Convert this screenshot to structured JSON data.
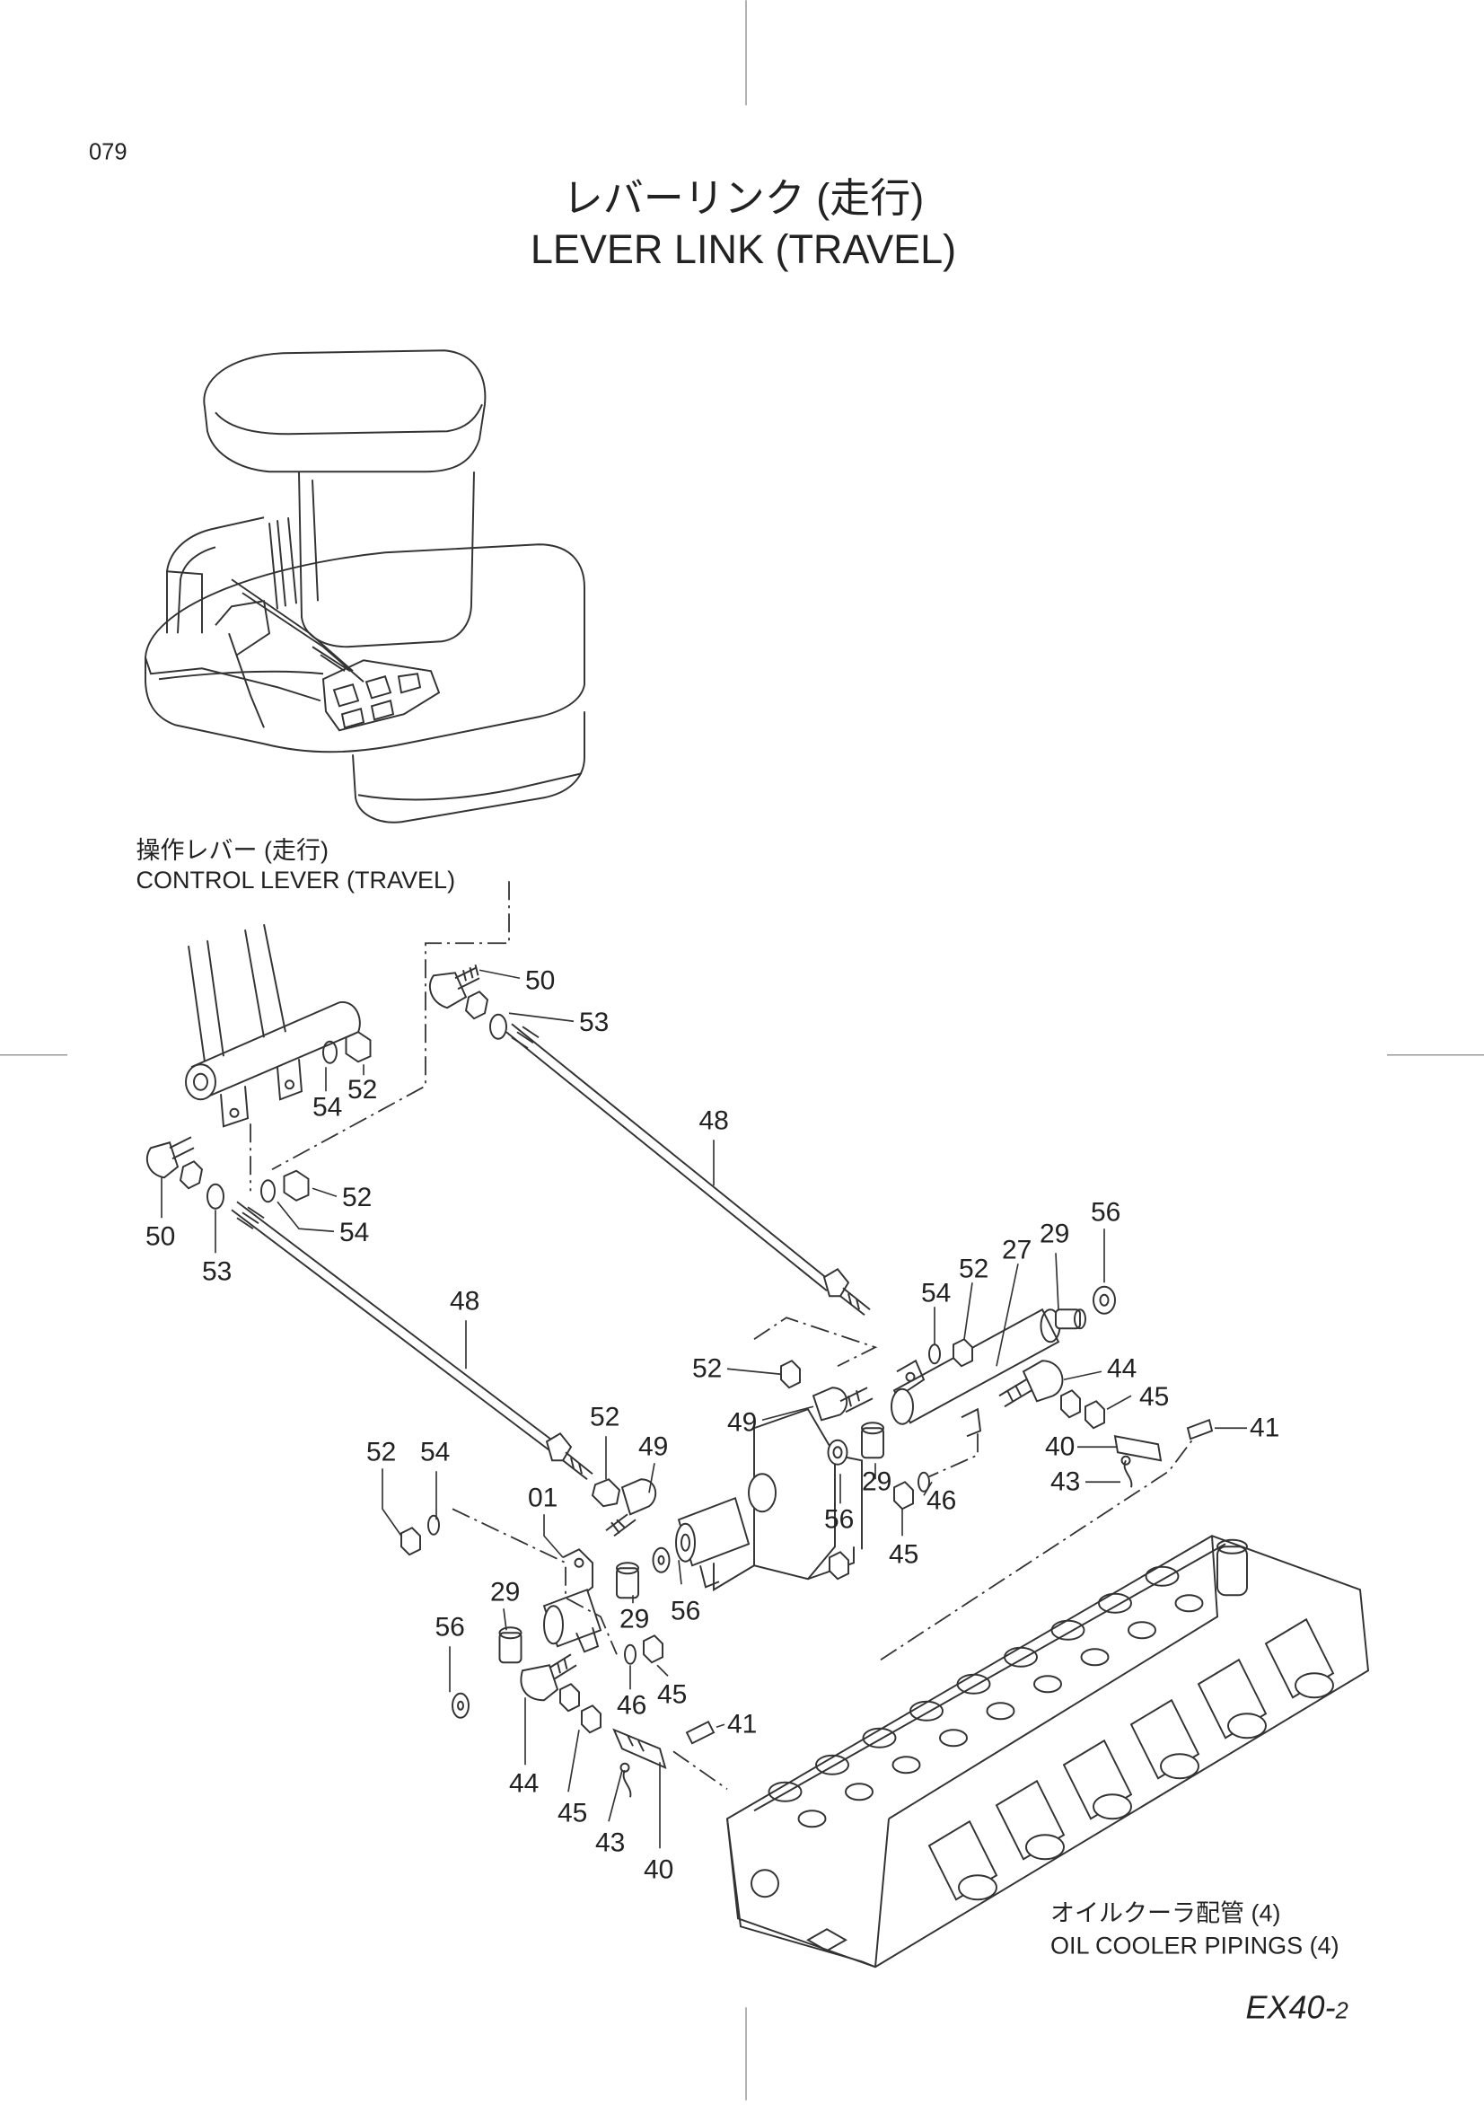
{
  "page": {
    "number": "079",
    "title_jp": "レバーリンク (走行)",
    "title_en": "LEVER LINK (TRAVEL)",
    "model": "EX40-",
    "model_suffix": "2"
  },
  "labels": {
    "control_lever_jp": "操作レバー (走行)",
    "control_lever_en": "CONTROL LEVER (TRAVEL)",
    "oil_cooler_jp": "オイルクーラ配管 (4)",
    "oil_cooler_en": "OIL COOLER PIPINGS (4)"
  },
  "callouts": [
    {
      "id": "c50a",
      "text": "50"
    },
    {
      "id": "c53a",
      "text": "53"
    },
    {
      "id": "c54a",
      "text": "54"
    },
    {
      "id": "c52a",
      "text": "52"
    },
    {
      "id": "c52b",
      "text": "52"
    },
    {
      "id": "c54b",
      "text": "54"
    },
    {
      "id": "c50b",
      "text": "50"
    },
    {
      "id": "c53b",
      "text": "53"
    },
    {
      "id": "c48a",
      "text": "48"
    },
    {
      "id": "c48b",
      "text": "48"
    },
    {
      "id": "c52c",
      "text": "52"
    },
    {
      "id": "c49a",
      "text": "49"
    },
    {
      "id": "c52d",
      "text": "52"
    },
    {
      "id": "c54c",
      "text": "54"
    },
    {
      "id": "c01",
      "text": "01"
    },
    {
      "id": "c29a",
      "text": "29"
    },
    {
      "id": "c56a",
      "text": "56"
    },
    {
      "id": "c29b",
      "text": "29"
    },
    {
      "id": "c56b",
      "text": "56"
    },
    {
      "id": "c46a",
      "text": "46"
    },
    {
      "id": "c45a",
      "text": "45"
    },
    {
      "id": "c44a",
      "text": "44"
    },
    {
      "id": "c45b",
      "text": "45"
    },
    {
      "id": "c43a",
      "text": "43"
    },
    {
      "id": "c40a",
      "text": "40"
    },
    {
      "id": "c41a",
      "text": "41"
    },
    {
      "id": "c52e",
      "text": "52"
    },
    {
      "id": "c49b",
      "text": "49"
    },
    {
      "id": "c54d",
      "text": "54"
    },
    {
      "id": "c52f",
      "text": "52"
    },
    {
      "id": "c27",
      "text": "27"
    },
    {
      "id": "c29c",
      "text": "29"
    },
    {
      "id": "c56c",
      "text": "56"
    },
    {
      "id": "c44b",
      "text": "44"
    },
    {
      "id": "c45c",
      "text": "45"
    },
    {
      "id": "c41b",
      "text": "41"
    },
    {
      "id": "c40b",
      "text": "40"
    },
    {
      "id": "c43b",
      "text": "43"
    },
    {
      "id": "c29d",
      "text": "29"
    },
    {
      "id": "c56d",
      "text": "56"
    },
    {
      "id": "c46b",
      "text": "46"
    },
    {
      "id": "c45d",
      "text": "45"
    }
  ]
}
